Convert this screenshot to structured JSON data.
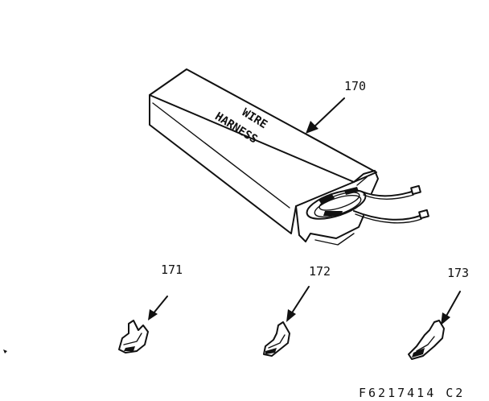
{
  "diagram": {
    "box_label_line1": "WIRE",
    "box_label_line2": "HARNESS",
    "callouts": {
      "box": "170",
      "terminal_a": "171",
      "terminal_b": "172",
      "terminal_c": "173"
    },
    "figure_id": "F6217414 C2"
  }
}
